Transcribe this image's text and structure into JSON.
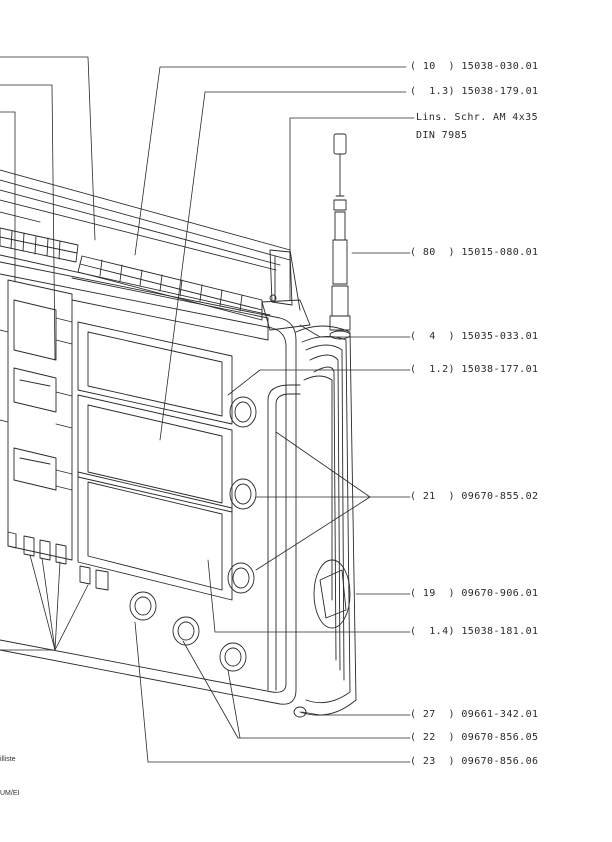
{
  "callouts": [
    {
      "pos": "( 10  )",
      "part": "15038-030.01"
    },
    {
      "pos": "(  1.3)",
      "part": "15038-179.01"
    },
    {
      "pos": "Lins. Schr. AM 4x35",
      "part": ""
    },
    {
      "pos": "DIN 7985",
      "part": ""
    },
    {
      "pos": "( 80  )",
      "part": "15015-080.01"
    },
    {
      "pos": "(  4  )",
      "part": "15035-033.01"
    },
    {
      "pos": "(  1.2)",
      "part": "15038-177.01"
    },
    {
      "pos": "( 21  )",
      "part": "09670-855.02"
    },
    {
      "pos": "( 19  )",
      "part": "09670-906.01"
    },
    {
      "pos": "(  1.4)",
      "part": "15038-181.01"
    },
    {
      "pos": "( 27  )",
      "part": "09661-342.01"
    },
    {
      "pos": "( 22  )",
      "part": "09670-856.05"
    },
    {
      "pos": "( 23  )",
      "part": "09670-856.06"
    }
  ],
  "edge_text": {
    "line1": "illiste",
    "line2": "UM/EI"
  },
  "colors": {
    "ink": "#2a2a2a",
    "paper": "#ffffff"
  }
}
